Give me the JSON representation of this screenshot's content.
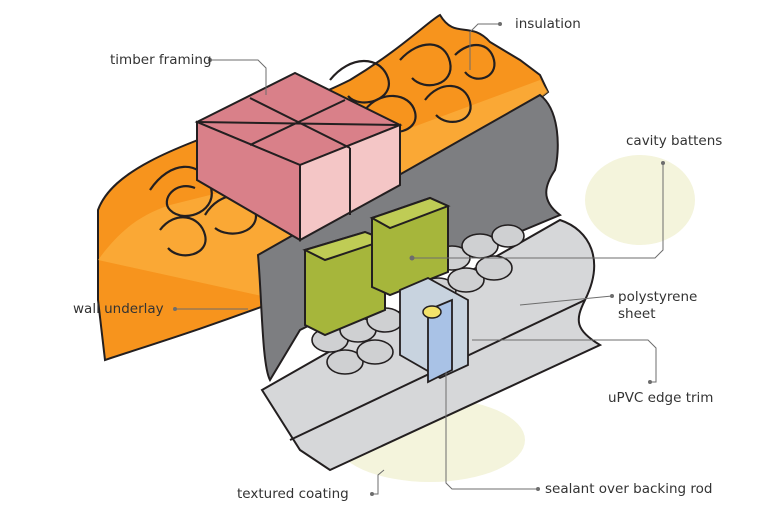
{
  "labels": {
    "insulation": "insulation",
    "timber_framing": "timber framing",
    "cavity_battens": "cavity battens",
    "polystyrene_line1": "polystyrene",
    "polystyrene_line2": "sheet",
    "wall_underlay": "wall underlay",
    "upvc_edge_trim": "uPVC edge trim",
    "textured_coating": "textured coating",
    "sealant_over_backing_rod": "sealant over backing rod"
  },
  "colors": {
    "insulation_orange": "#f7941d",
    "insulation_light": "#fbb040",
    "timber_top": "#d98089",
    "timber_front": "#f4c6c6",
    "underlay_grey": "#7d7e81",
    "batten_green": "#a6b63b",
    "coating_grey": "#d6d7d9",
    "backing_rod_blue": "#a9c2e6",
    "sealant_yellow": "#f3e26b",
    "coating_glow": "#f4f4dc",
    "outline": "#231f20"
  }
}
